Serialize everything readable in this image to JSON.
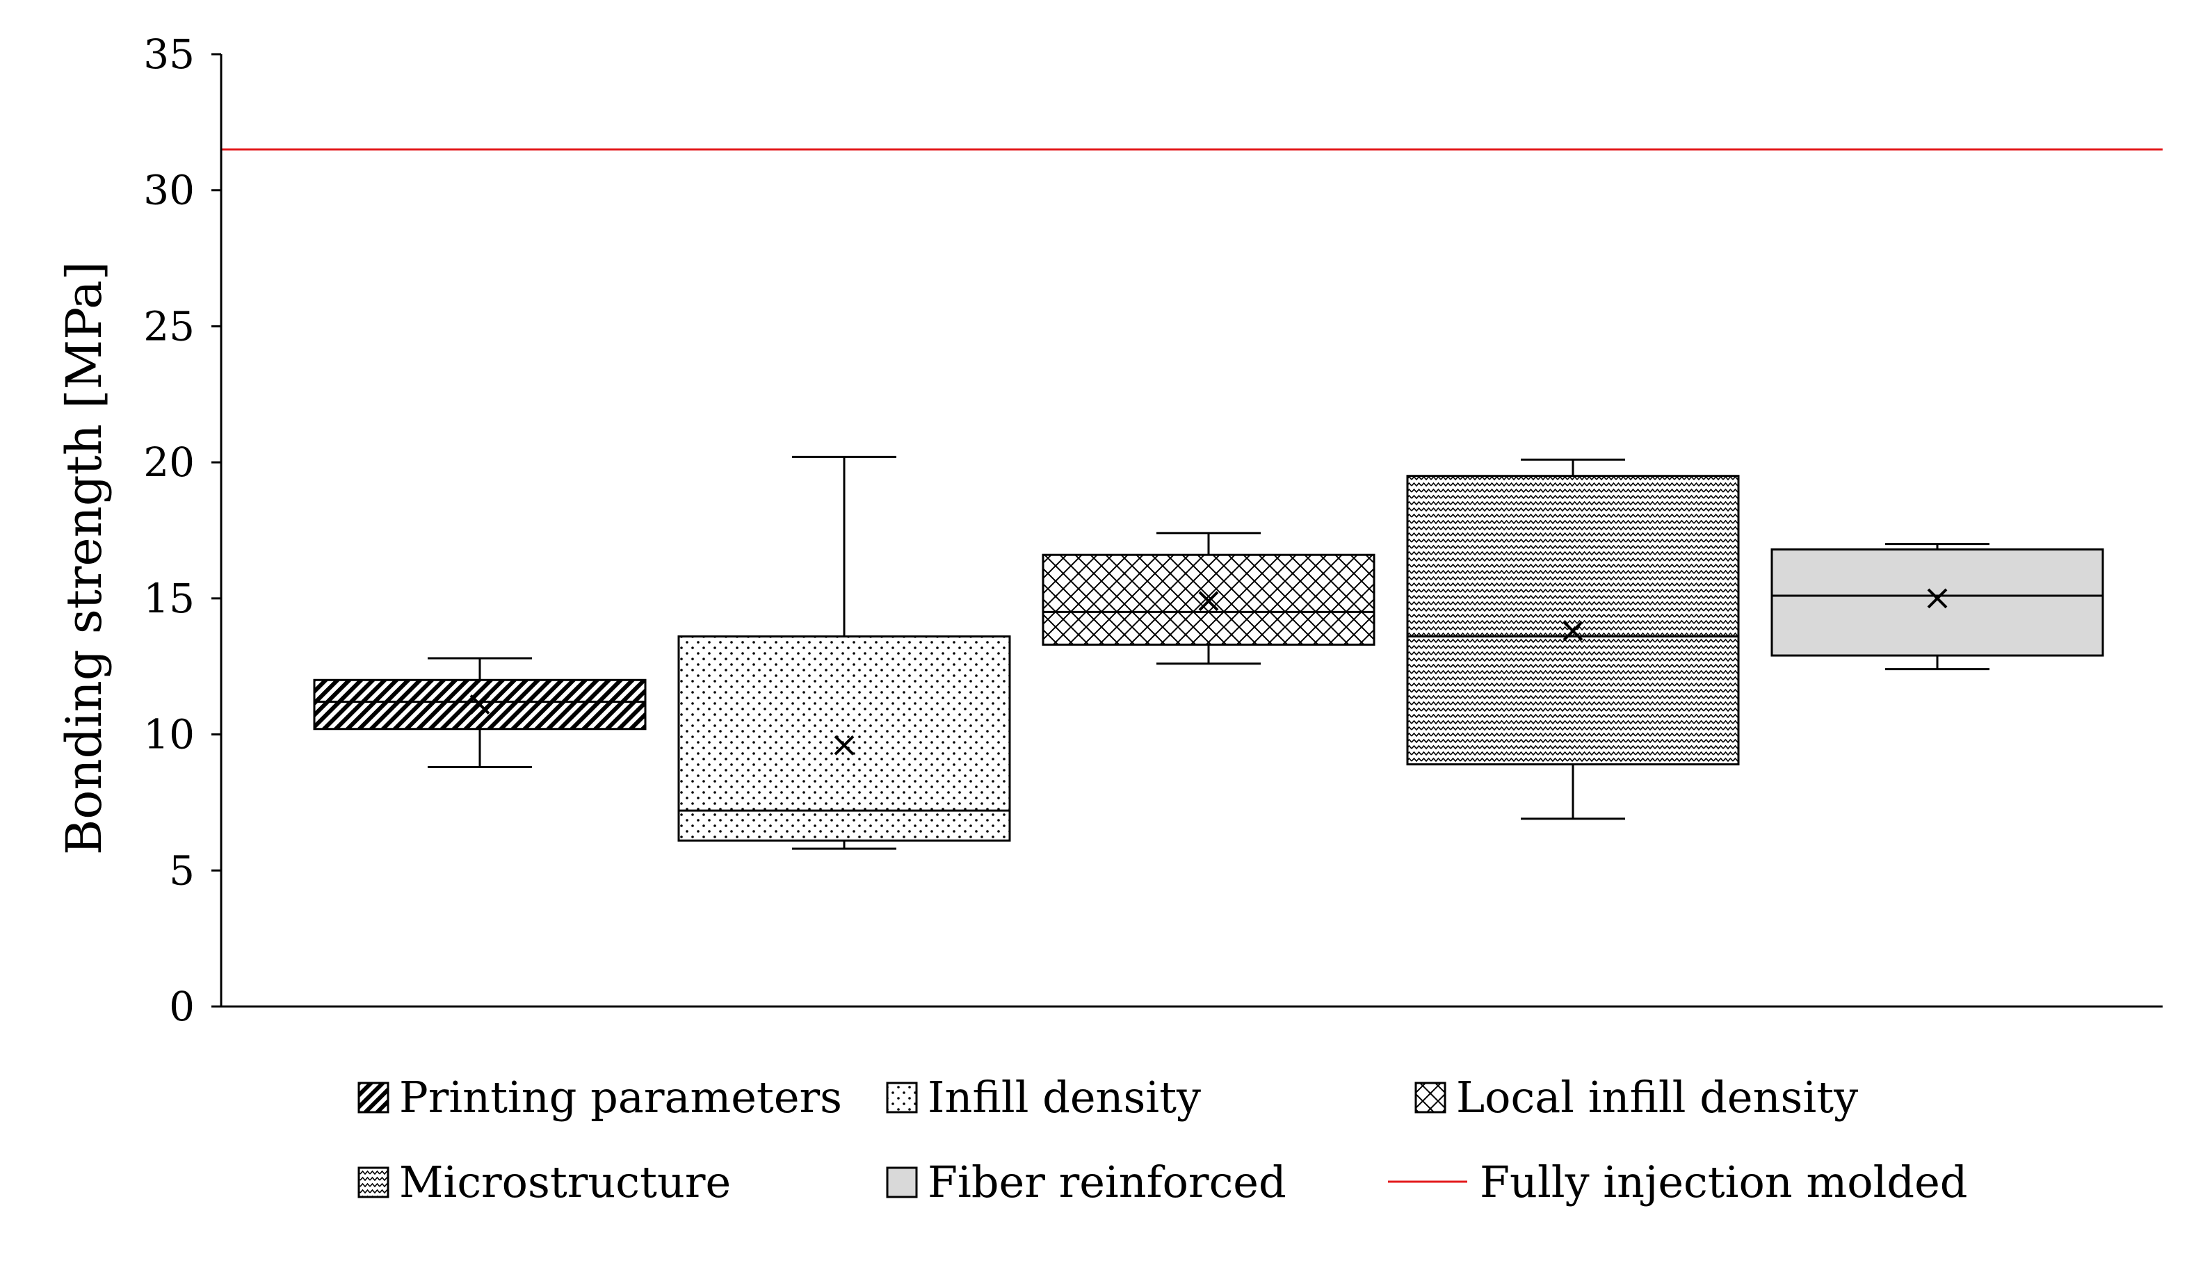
{
  "chart_data": {
    "type": "box",
    "ylabel": "Bonding strength [MPa]",
    "ylim": [
      0,
      35
    ],
    "yticks": [
      0,
      5,
      10,
      15,
      20,
      25,
      30,
      35
    ],
    "grid": false,
    "legend_position": "bottom",
    "series": [
      {
        "name": "Printing parameters",
        "pattern": "diagonal-hatch",
        "fill_color": "#ffffff",
        "whisker_low": 8.8,
        "q1": 10.2,
        "median": 11.2,
        "q3": 12.0,
        "whisker_high": 12.8,
        "mean": 11.1
      },
      {
        "name": "Infill density",
        "pattern": "dots",
        "fill_color": "#ffffff",
        "whisker_low": 5.8,
        "q1": 6.1,
        "median": 7.2,
        "q3": 13.6,
        "whisker_high": 20.2,
        "mean": 9.6
      },
      {
        "name": "Local infill density",
        "pattern": "crosshatch",
        "fill_color": "#ffffff",
        "whisker_low": 12.6,
        "q1": 13.3,
        "median": 14.5,
        "q3": 16.6,
        "whisker_high": 17.4,
        "mean": 14.9
      },
      {
        "name": "Microstructure",
        "pattern": "zigzag",
        "fill_color": "#ffffff",
        "whisker_low": 6.9,
        "q1": 8.9,
        "median": 13.6,
        "q3": 19.5,
        "whisker_high": 20.1,
        "mean": 13.8
      },
      {
        "name": "Fiber reinforced",
        "pattern": "solid",
        "fill_color": "#d9d9d9",
        "whisker_low": 12.4,
        "q1": 12.9,
        "median": 15.1,
        "q3": 16.8,
        "whisker_high": 17.0,
        "mean": 15.0
      }
    ],
    "reference_lines": [
      {
        "name": "Fully injection molded",
        "value": 31.5,
        "color": "#e31a1c"
      }
    ],
    "legend_order": [
      "Printing parameters",
      "Infill density",
      "Local infill density",
      "Microstructure",
      "Fiber reinforced",
      "Fully injection molded"
    ]
  }
}
